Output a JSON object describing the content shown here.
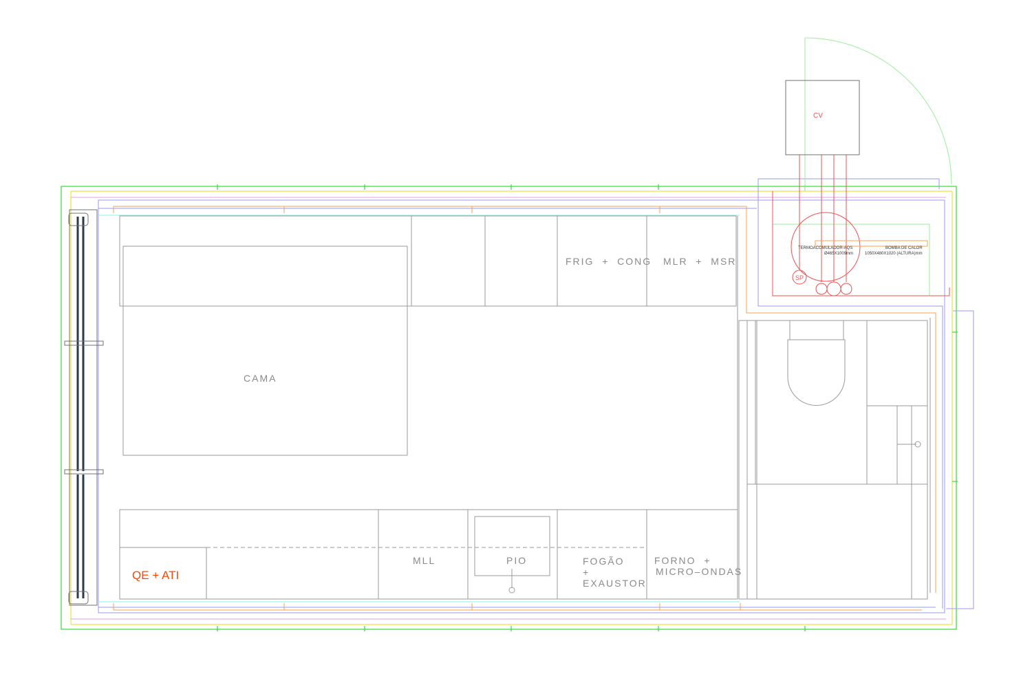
{
  "plan": {
    "labels": {
      "cv": "CV",
      "termo_title": "TERMOACOMULADOR-AQS",
      "termo_dims": "Ø465X1009mm",
      "bomba_title": "BOMBA DE CALOR",
      "bomba_dims": "1050X480X1020 (ALTURA)mm",
      "sp": "SP",
      "frig": "FRIG  +  CONG",
      "mlr": "MLR  +  MSR",
      "cama": "CAMA",
      "qe": "QE + ATI",
      "mll": "MLL",
      "pio": "PIO",
      "fogao_1": "FOGÃO",
      "fogao_2": "+",
      "fogao_3": "EXAUSTOR",
      "forno_1": "FORNO  +",
      "forno_2": "MICRO–ONDAS"
    },
    "colors": {
      "red": "#f05050",
      "green": "#33dd33",
      "qe_label": "#ff4400"
    }
  }
}
